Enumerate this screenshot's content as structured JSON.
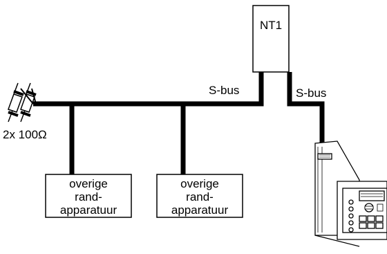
{
  "nt1": {
    "label": "NT1"
  },
  "bus": {
    "left_label": "S-bus",
    "right_label": "S-bus"
  },
  "terminator": {
    "label": "2x 100Ω"
  },
  "devices": [
    {
      "lines": [
        "overige",
        "rand-",
        "apparatuur"
      ]
    },
    {
      "lines": [
        "overige",
        "rand-",
        "apparatuur"
      ]
    }
  ]
}
